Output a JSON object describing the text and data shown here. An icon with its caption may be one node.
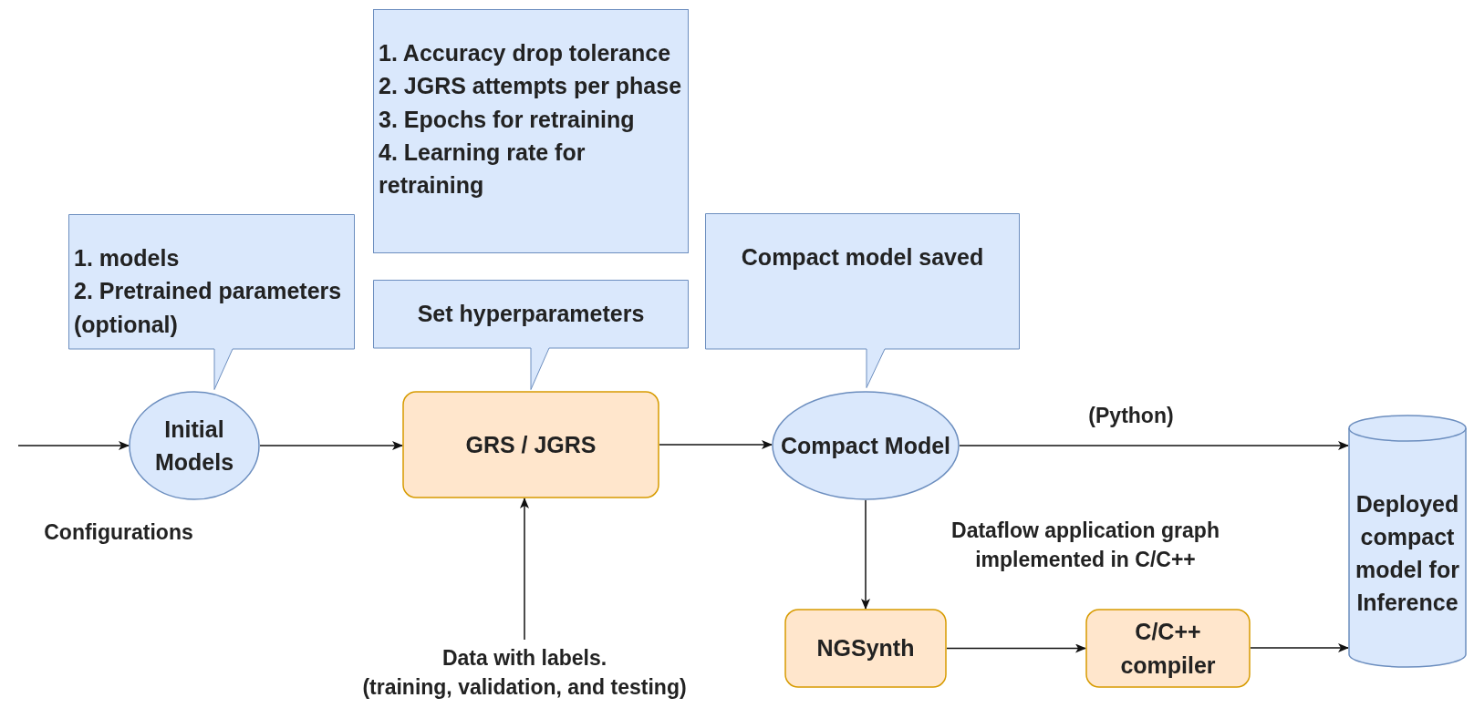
{
  "diagram": {
    "nodes": [
      {
        "text": [
          "1. models",
          "2. Pretrained parameters (optional)"
        ]
      },
      {
        "text": [
          "1. Accuracy drop tolerance",
          "2. JGRS attempts per phase",
          "3. Epochs for retraining",
          "4. Learning rate for retraining"
        ]
      },
      {
        "text": [
          "Set hyperparameters"
        ]
      },
      {
        "text": [
          "Compact model saved"
        ]
      },
      {
        "text": [
          "Initial Models"
        ]
      },
      {
        "text": [
          "GRS / JGRS"
        ]
      },
      {
        "text": [
          "Compact Model"
        ]
      },
      {
        "text": [
          "Deployed compact model for Inference"
        ]
      },
      {
        "text": [
          "NGSynth"
        ]
      },
      {
        "text": [
          "C/C++ compiler"
        ]
      },
      {
        "text": [
          "Data with labels.",
          "(training, validation, and testing)"
        ]
      }
    ],
    "edges": [
      {
        "from": null,
        "to": 4,
        "arrow": "to"
      },
      {
        "from": 4,
        "to": 5,
        "arrow": "to"
      },
      {
        "from": 5,
        "to": 6,
        "arrow": "to"
      },
      {
        "from": 6,
        "to": 7,
        "arrow": "to",
        "label": "(Python)"
      },
      {
        "from": 6,
        "to": 8,
        "arrow": "to",
        "label": "Dataflow application graph implemented in C/C++"
      },
      {
        "from": 8,
        "to": 9,
        "arrow": "to"
      },
      {
        "from": 9,
        "to": 7,
        "arrow": "to"
      },
      {
        "from": 10,
        "to": 5,
        "arrow": "to"
      }
    ],
    "labels": [
      "Configurations"
    ]
  }
}
